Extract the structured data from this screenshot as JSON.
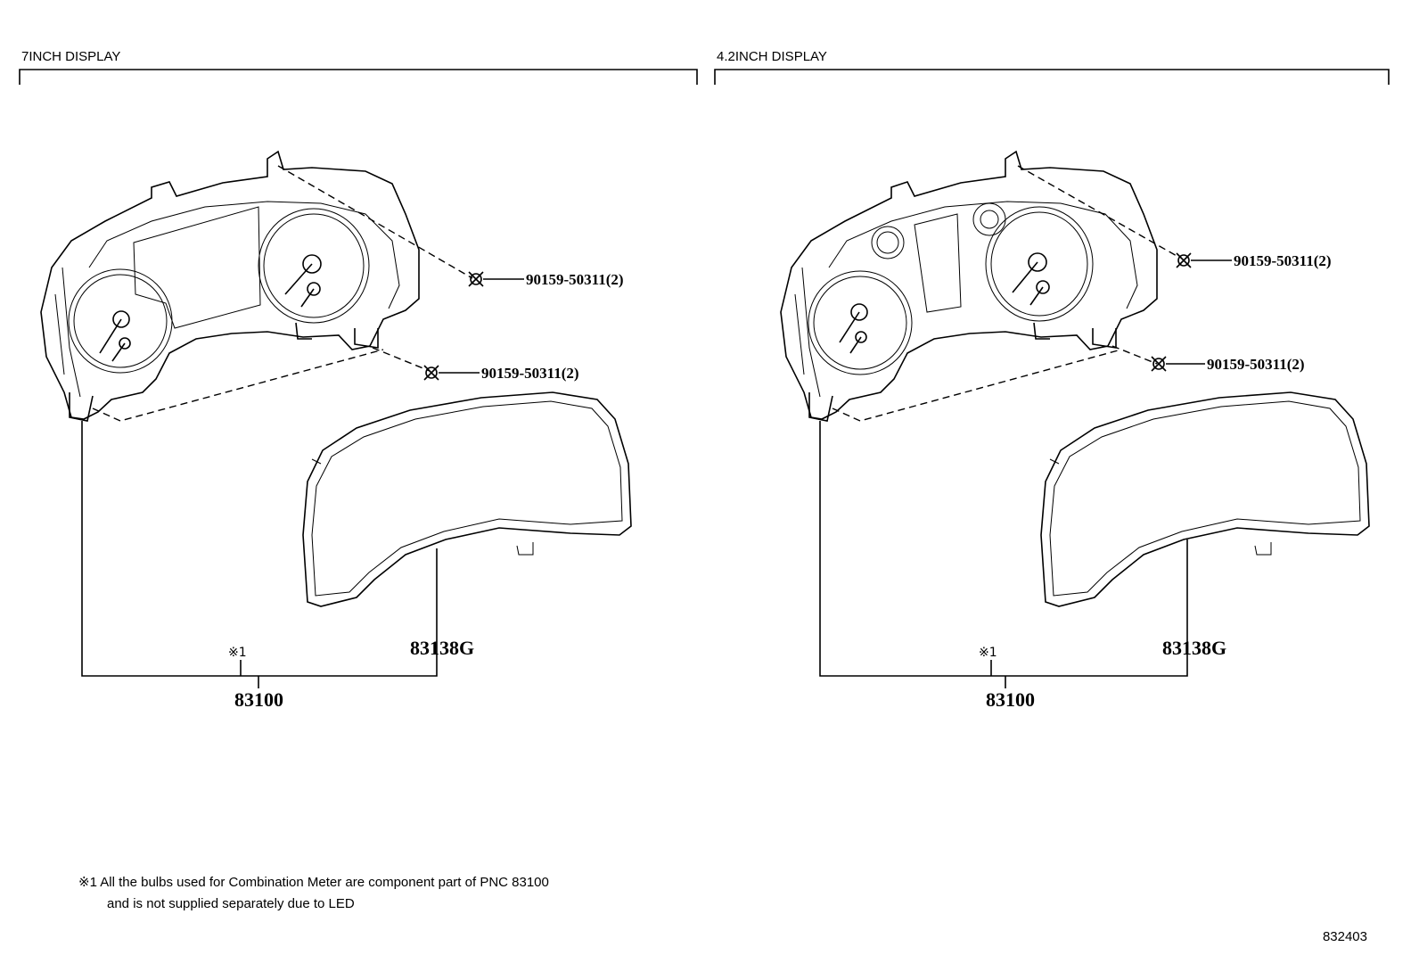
{
  "sections": [
    {
      "title": "7INCH DISPLAY",
      "screw_upper": "90159-50311(2)",
      "screw_lower": "90159-50311(2)",
      "cover_part": "83138G",
      "mark": "※1",
      "assembly_part": "83100"
    },
    {
      "title": "4.2INCH DISPLAY",
      "screw_upper": "90159-50311(2)",
      "screw_lower": "90159-50311(2)",
      "cover_part": "83138G",
      "mark": "※1",
      "assembly_part": "83100"
    }
  ],
  "footnote": {
    "line1": "※1 All the bulbs used for Combination Meter are component part of PNC 83100",
    "line2": "and is not supplied separately due to LED"
  },
  "figure_code": "832403"
}
